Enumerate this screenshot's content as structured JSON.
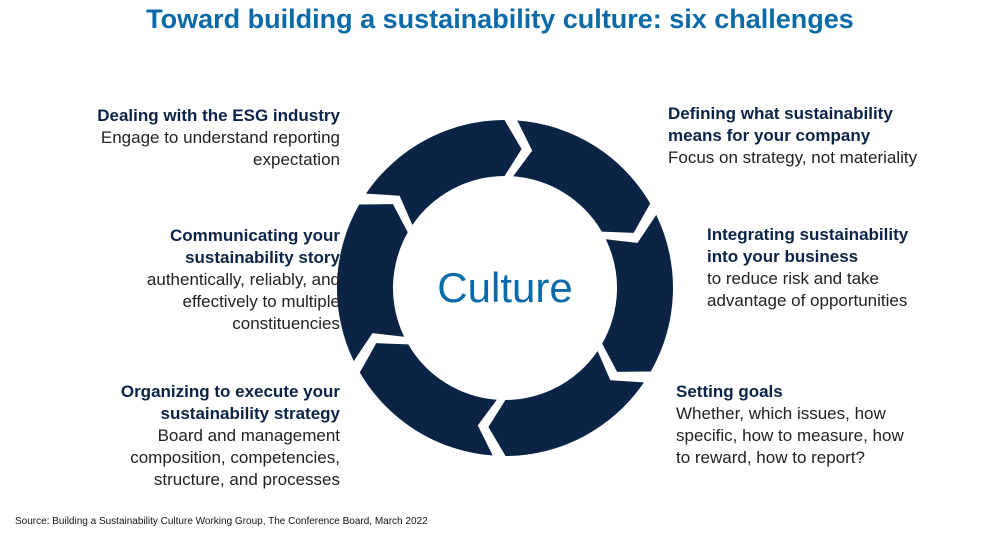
{
  "title": "Toward building a sustainability culture: six challenges",
  "center_label": "Culture",
  "colors": {
    "ring": "#0b2345",
    "accent": "#0b6aa8"
  },
  "challenges": [
    {
      "heading": [
        "Dealing with the ESG industry"
      ],
      "body": [
        "Engage to understand reporting",
        "expectation"
      ]
    },
    {
      "heading": [
        "Defining what sustainability",
        "means for your company"
      ],
      "body": [
        "Focus on strategy, not materiality"
      ]
    },
    {
      "heading": [
        "Communicating your",
        "sustainability story"
      ],
      "body": [
        "authentically, reliably, and",
        "effectively to multiple",
        "constituencies"
      ]
    },
    {
      "heading": [
        "Integrating sustainability",
        "into your business"
      ],
      "body": [
        "to reduce risk and take",
        "advantage of opportunities"
      ]
    },
    {
      "heading": [
        "Organizing to execute your",
        "sustainability strategy"
      ],
      "body": [
        "Board and management",
        "composition, competencies,",
        "structure, and processes"
      ]
    },
    {
      "heading": [
        "Setting goals"
      ],
      "body": [
        "Whether, which issues, how",
        "specific, how to measure, how",
        "to reward, how to report?"
      ]
    }
  ],
  "source": "Source: Building a Sustainability Culture Working Group, The Conference Board, March 2022"
}
